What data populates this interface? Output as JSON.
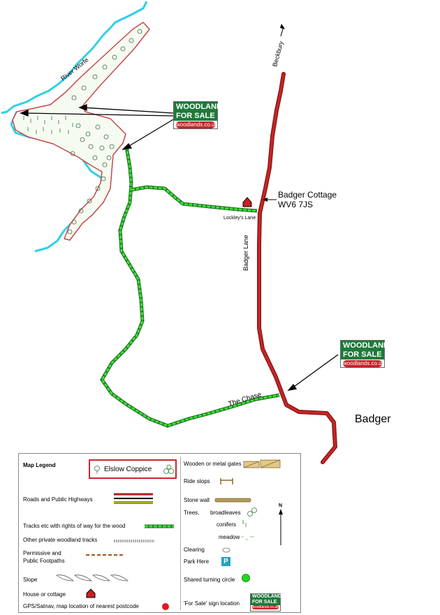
{
  "map": {
    "labels": {
      "river": "River Worfe",
      "beckbury": "Beckbury",
      "badger_cottage": "Badger Cottage",
      "postcode": "WV6 7JS",
      "lockleys_lane": "Lockley's Lane",
      "badger_lane": "Badger Lane",
      "the_chase": "The Chase",
      "badger_village": "Badger"
    },
    "sign": {
      "line1": "WOODLANDS",
      "line2": "FOR SALE",
      "url": "woodlands.co.uk"
    },
    "colors": {
      "river": "#2fd0e6",
      "road": "#cc2222",
      "track": "#3adf3a",
      "wood_outline": "#c44a4a",
      "wood_fill": "#f6fbf2",
      "house": "#cc1f1f"
    }
  },
  "legend": {
    "title": "Map Legend",
    "wood_name": "Elslow Coppice",
    "left_items": {
      "roads": "Roads and Public Highways",
      "tracks_rights": "Tracks etc with rights of way for the wood",
      "private_tracks": "Other private woodland tracks",
      "permissive": "Permissive and",
      "public_footpaths": "Public Footpaths",
      "slope": "Slope",
      "house": "House or cottage",
      "gps": "GPS/Satnav, map location of nearest postcode"
    },
    "right_items": {
      "gates": "Wooden or metal gates",
      "ride_stops": "Ride stops",
      "stone_wall": "Stone wall",
      "trees": "Trees,",
      "broadleaves": "broadleaves",
      "conifers": "conifers",
      "meadow": "meadow",
      "clearing": "Clearing",
      "park_here": "Park Here",
      "park_letter": "P",
      "turning_circle": "Shared turning circle",
      "for_sale_sign": "'For Sale'  sign location"
    },
    "north": "N"
  }
}
